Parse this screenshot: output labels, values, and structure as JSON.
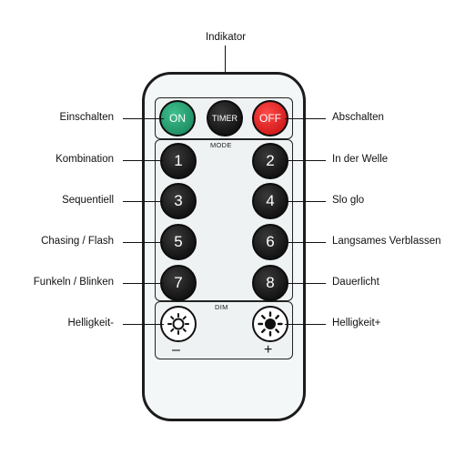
{
  "title": "Indikator",
  "remote": {
    "top_row": {
      "on": "ON",
      "timer": "TIMER",
      "off": "OFF"
    },
    "mode_label": "MODE",
    "dim_label": "DIM",
    "numbers": [
      "1",
      "2",
      "3",
      "4",
      "5",
      "6",
      "7",
      "8"
    ],
    "minus": "–",
    "plus": "+"
  },
  "labels_left": {
    "einschalten": "Einschalten",
    "kombination": "Kombination",
    "sequentiell": "Sequentiell",
    "chasing": "Chasing / Flash",
    "funkeln": "Funkeln / Blinken",
    "helligkeit_minus": "Helligkeit-"
  },
  "labels_right": {
    "abschalten": "Abschalten",
    "welle": "In der Welle",
    "slo_glo": "Slo glo",
    "verblassen": "Langsames Verblassen",
    "dauerlicht": "Dauerlicht",
    "helligkeit_plus": "Helligkeit+"
  },
  "colors": {
    "on": "#1f8f64",
    "off": "#d11a1a",
    "body": "#1c1c1c"
  },
  "icons": [
    "sun-dim-icon",
    "sun-bright-icon"
  ]
}
